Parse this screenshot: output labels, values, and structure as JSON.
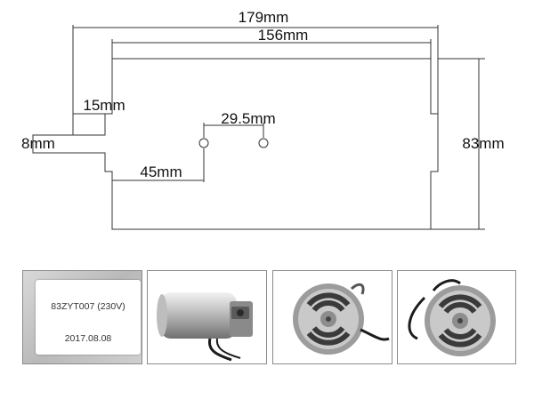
{
  "diagram": {
    "dimensions": {
      "overall_width": "179mm",
      "body_width": "156mm",
      "tab_depth": "15mm",
      "hole_spacing": "29.5mm",
      "slot_height": "8mm",
      "hole_offset": "45mm",
      "height": "83mm"
    }
  },
  "photos": {
    "label": {
      "model": "83ZYT007 (230V)",
      "date": "2017.08.08"
    }
  },
  "colors": {
    "line": "#333333",
    "panel_border": "#8a8a8a"
  }
}
